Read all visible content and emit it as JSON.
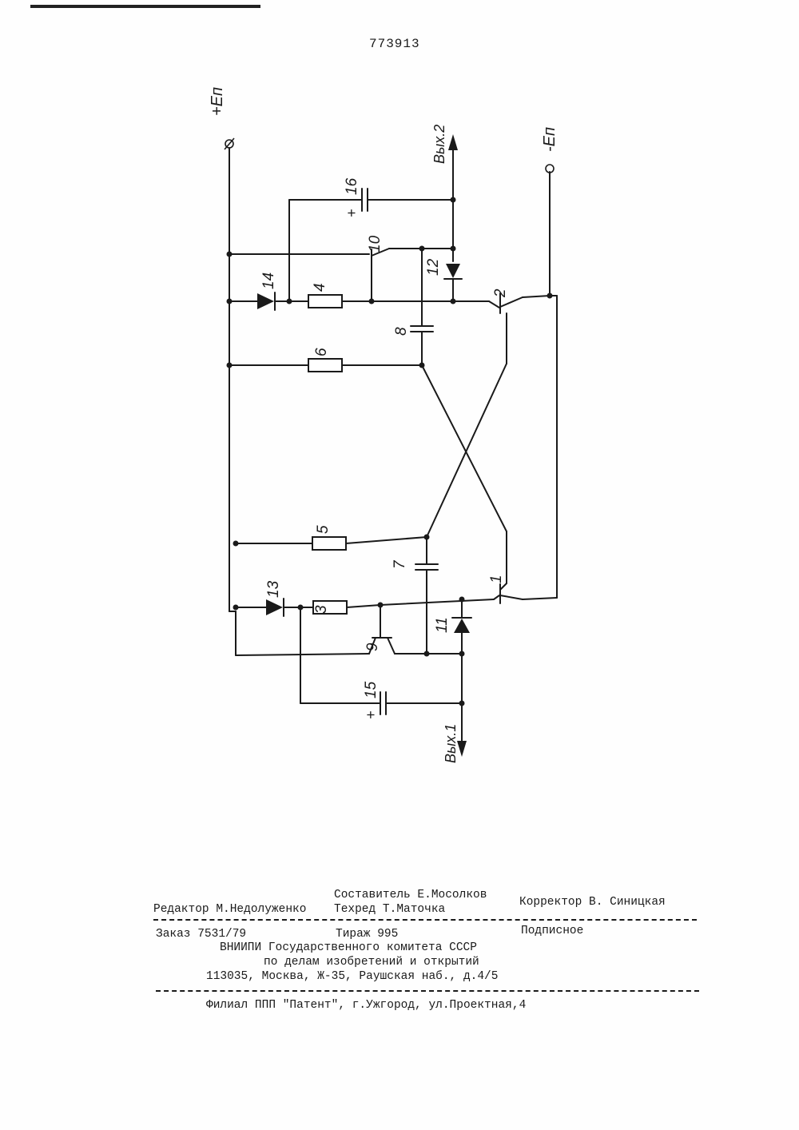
{
  "header": {
    "patent_number": "773913"
  },
  "schematic": {
    "terminals": {
      "pos_supply": "+Eп",
      "neg_supply": "-Eп",
      "out2": "Вых.2",
      "out1": "Вых.1"
    },
    "components": {
      "t1": "1",
      "t2": "2",
      "r3": "3",
      "r4": "4",
      "r5": "5",
      "r6": "6",
      "c7": "7",
      "c8": "8",
      "t9": "9",
      "t10": "10",
      "d11": "11",
      "d12": "12",
      "d13": "13",
      "d14": "14",
      "c15": "15",
      "c16": "16"
    },
    "polarity_plus": "+"
  },
  "imprint": {
    "compiler": "Составитель Е.Мосолков",
    "editor": "Редактор М.Недолуженко",
    "techred": "Техред Т.Маточка",
    "corrector": "Корректор В. Синицкая",
    "order": "Заказ 7531/79",
    "circulation": "Тираж 995",
    "subscription": "Подписное",
    "org_line1": "ВНИИПИ Государственного комитета СССР",
    "org_line2": "по делам изобретений и открытий",
    "address": "113035, Москва, Ж-35, Раушская наб., д.4/5",
    "branch": "Филиал ППП \"Патент\", г.Ужгород, ул.Проектная,4"
  }
}
